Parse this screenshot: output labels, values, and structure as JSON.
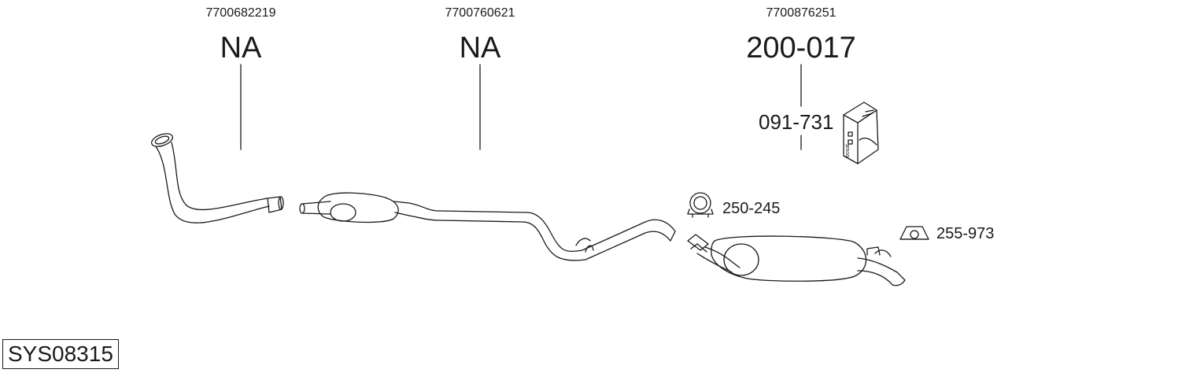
{
  "columns": [
    {
      "oem_number": "7700682219",
      "bosal_number": "NA"
    },
    {
      "oem_number": "7700760621",
      "bosal_number": "NA"
    },
    {
      "oem_number": "7700876251",
      "bosal_number": "200-017"
    }
  ],
  "kit_number": "091-731",
  "parts": {
    "clamp": "250-245",
    "rubber_mount": "255-973"
  },
  "system_id": "SYS08315",
  "box_brand": "bosal",
  "icons": [
    "bosal-box-icon",
    "clamp-icon",
    "rubber-mount-icon"
  ]
}
